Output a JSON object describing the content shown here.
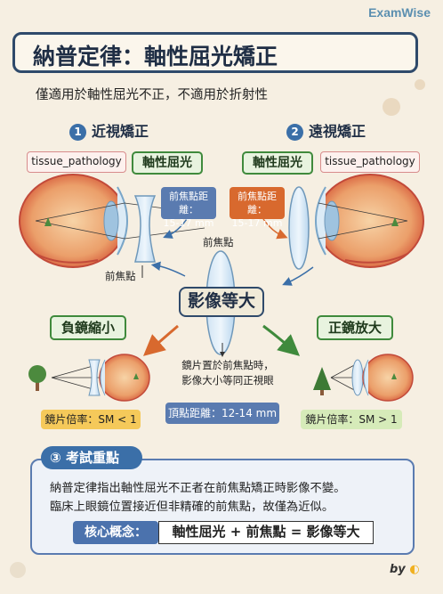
{
  "brand": "ExamWise",
  "title": "納普定律：軸性屈光矯正",
  "subtitle": "僅適用於軸性屈光不正，不適用於折射性",
  "myopia": {
    "number": "1",
    "heading": "近視矯正",
    "pathology_tag": "tissue_pathology",
    "axial_tag": "軸性屈光",
    "focal_box_line1": "前焦點距離：",
    "focal_box_line2": "15-17 mm",
    "focal_label": "前焦點",
    "lens_tag": "負鏡縮小",
    "magnification": "鏡片倍率：SM < 1"
  },
  "hyperopia": {
    "number": "2",
    "heading": "遠視矯正",
    "pathology_tag": "tissue_pathology",
    "axial_tag": "軸性屈光",
    "focal_box_line1": "前焦點距離：",
    "focal_box_line2": "15-17 mm",
    "lens_tag": "正鏡放大",
    "magnification": "鏡片倍率：SM > 1"
  },
  "center": {
    "focal_label": "前焦點",
    "equal_tag": "影像等大",
    "note_line1": "鏡片置於前焦點時，",
    "note_line2": "影像大小等同正視眼",
    "vertex": "頂點距離：12-14 mm"
  },
  "key": {
    "number": "③",
    "title": "考試重點",
    "line1": "納普定律指出軸性屈光不正者在前焦點矯正時影像不變。",
    "line2": "臨床上眼鏡位置接近但非精確的前焦點，故僅為近似。",
    "core_label": "核心概念：",
    "core_value": "軸性屈光 + 前焦點 = 影像等大"
  },
  "footer": "by",
  "colors": {
    "navy": "#2f4a6b",
    "blue": "#5a7bb0",
    "orange": "#d8692e",
    "green": "#3f8a3c",
    "background": "#f6efe2"
  }
}
